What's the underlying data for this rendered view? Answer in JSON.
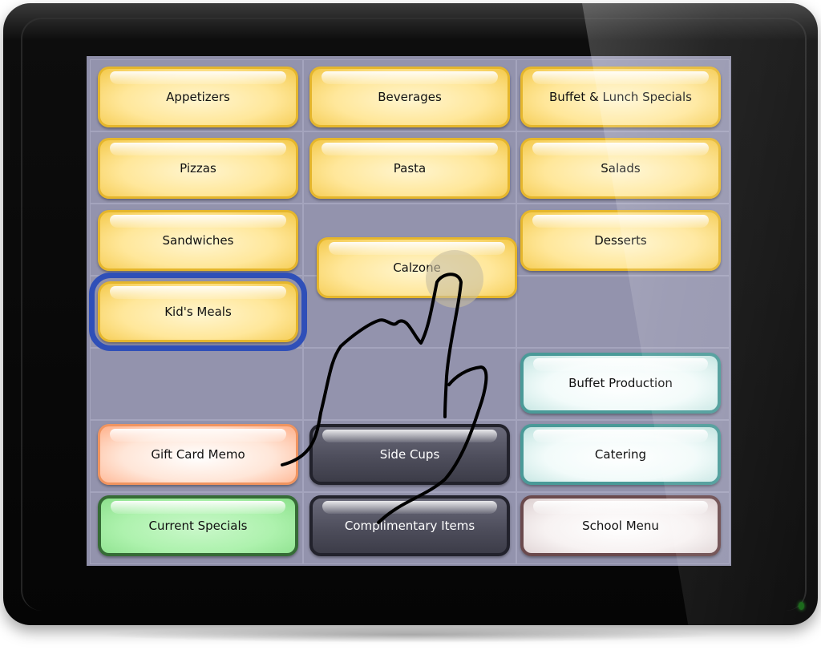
{
  "menu": {
    "buttons": [
      {
        "label": "Appetizers"
      },
      {
        "label": "Beverages"
      },
      {
        "label": "Buffet & Lunch Specials"
      },
      {
        "label": "Pizzas"
      },
      {
        "label": "Pasta"
      },
      {
        "label": "Salads"
      },
      {
        "label": "Sandwiches"
      },
      {
        "label": "Calzone"
      },
      {
        "label": "Desserts"
      },
      {
        "label": "Kid's Meals"
      },
      {
        "label": "Buffet Production"
      },
      {
        "label": "Gift Card Memo"
      },
      {
        "label": "Side Cups"
      },
      {
        "label": "Catering"
      },
      {
        "label": "Current Specials"
      },
      {
        "label": "Complimentary Items"
      },
      {
        "label": "School Menu"
      }
    ],
    "selected": "Kid's Meals",
    "dragging": "Calzone"
  },
  "colors": {
    "gold": "#ffe79a",
    "teal": "#4a9a98",
    "orange": "#f09460",
    "green": "#aef2ae",
    "dark": "#4e4e5c",
    "plum": "#6b4a4d",
    "selection": "#2f4fb8",
    "screen": "#8f8fa9"
  },
  "icons": {
    "gesture": "hand-pointer-icon",
    "indicator": "power-led-icon"
  }
}
